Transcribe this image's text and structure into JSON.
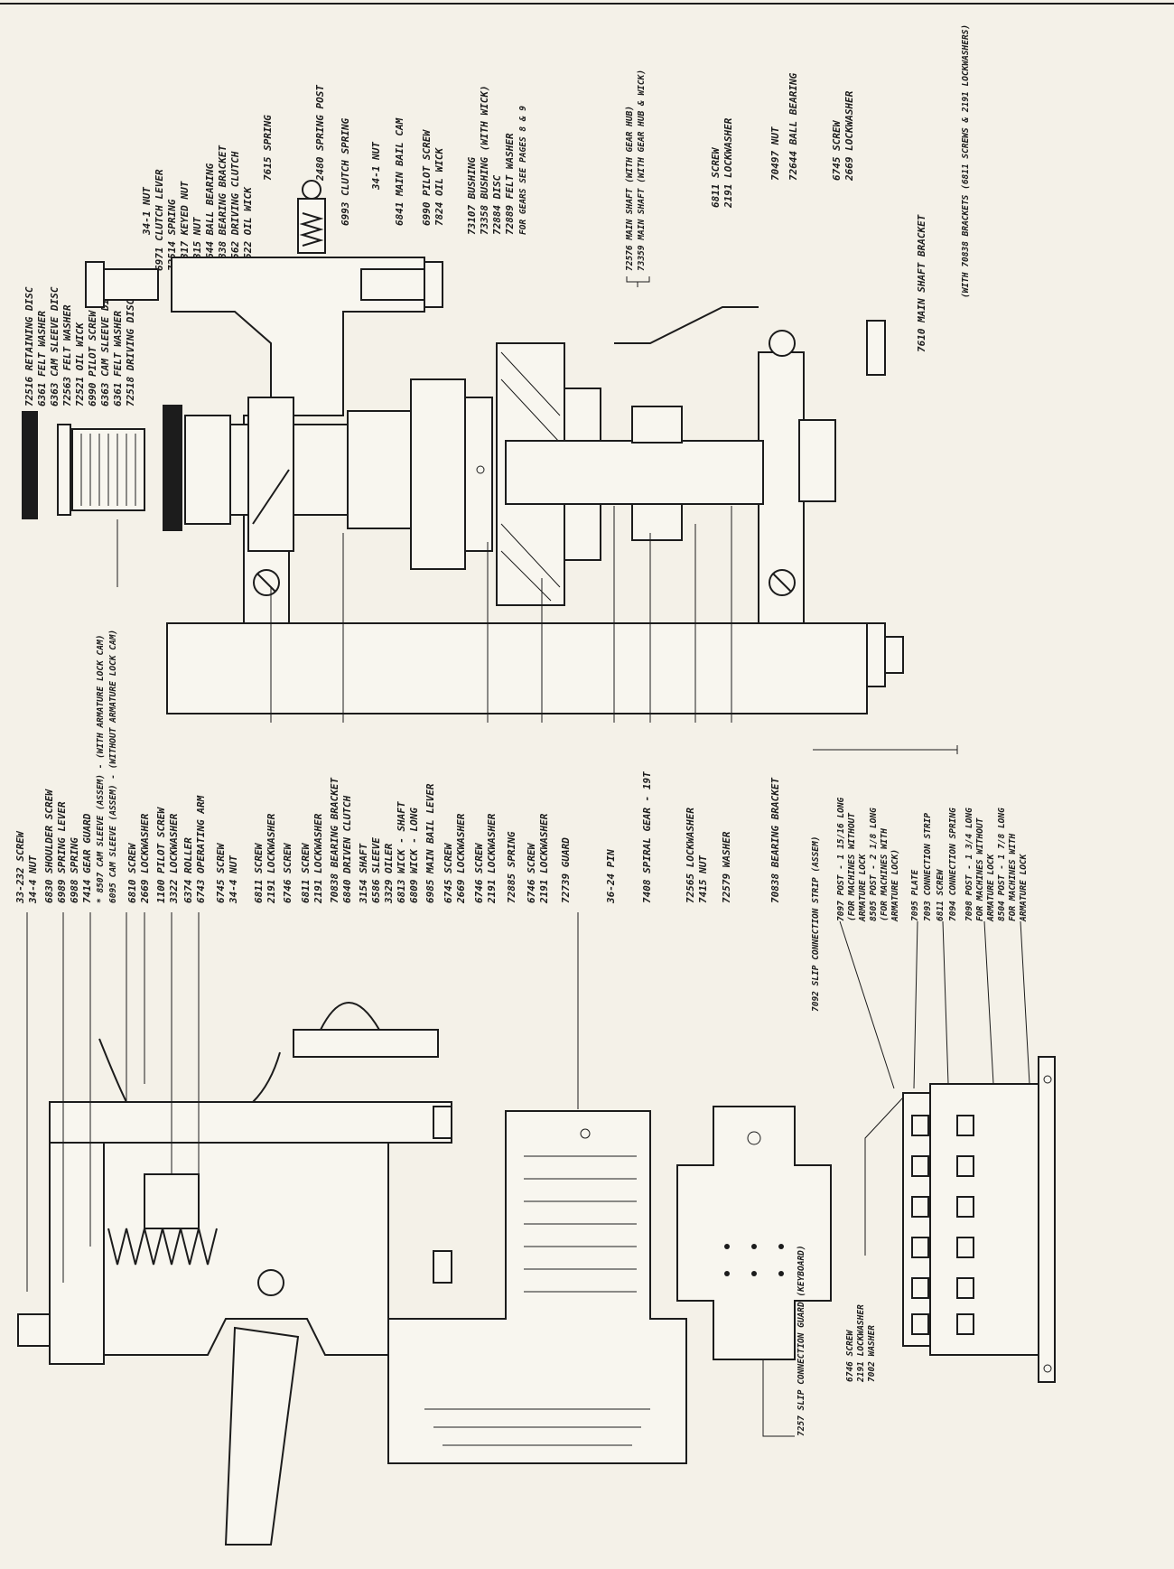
{
  "top_labels": [
    "72516 RETAINING DISC",
    "6361 FELT WASHER",
    "6363 CAM SLEEVE DISC",
    "72563 FELT WASHER",
    "72521 OIL WICK",
    "6990 PILOT SCREW",
    "6363 CAM SLEEVE DISC",
    "6361 FELT WASHER",
    "72518 DRIVING DISC",
    "34-1 NUT",
    "6971 CLUTCH LEVER",
    "72514 SPRING",
    "72317 KEYED NUT",
    "72315 NUT",
    "72644 BALL BEARING",
    "70838 BEARING BRACKET",
    "72562 DRIVING CLUTCH",
    "72522 OIL WICK",
    "7615 SPRING",
    "2480 SPRING POST",
    "6993 CLUTCH SPRING",
    "34-1 NUT",
    "6841 MAIN BAIL CAM",
    "6990 PILOT SCREW",
    "7824 OIL WICK",
    "73107 BUSHING",
    "73358 BUSHING (WITH WICK)",
    "72884 DISC",
    "72889 FELT WASHER",
    "FOR GEARS SEE PAGES 8 & 9"
  ],
  "main_shaft_labels": [
    "72576 MAIN SHAFT (WITH GEAR HUB)",
    "73359 MAIN SHAFT (WITH GEAR HUB & WICK)"
  ],
  "right_top_labels": [
    "6811 SCREW",
    "2191 LOCKWASHER",
    "70497 NUT",
    "72644 BALL BEARING",
    "6745 SCREW",
    "2669 LOCKWASHER"
  ],
  "main_bracket_label": "7610 MAIN SHAFT BRACKET",
  "main_bracket_note": "(WITH 70838 BRACKETS (6811 SCREWS & 2191 LOCKWASHERS)",
  "left_labels": [
    "33-232 SCREW",
    "34-4 NUT",
    "6830 SHOULDER SCREW",
    "6989 SPRING LEVER",
    "6988 SPRING",
    "7414 GEAR GUARD",
    "* 8507 CAM SLEEVE (ASSEM) - (WITH ARMATURE LOCK CAM)",
    "6095 CAM SLEEVE (ASSEM) - (WITHOUT ARMATURE LOCK CAM)",
    "6810 SCREW",
    "2669 LOCKWASHER",
    "1100 PILOT SCREW",
    "3322 LOCKWASHER",
    "6374 ROLLER",
    "6743 OPERATING ARM",
    "6745 SCREW",
    "34-4 NUT"
  ],
  "middle_labels": [
    "6811 SCREW",
    "2191 LOCKWASHER",
    "6746 SCREW",
    "6811 SCREW",
    "2191 LOCKWASHER",
    "70838 BEARING BRACKET",
    "6840 DRIVEN CLUTCH",
    "3154 SHAFT",
    "6586 SLEEVE",
    "3329 OILER",
    "6813 WICK - SHAFT",
    "6809 WICK - LONG",
    "6985 MAIN BAIL LEVER",
    "6745 SCREW",
    "2669 LOCKWASHER",
    "6746 SCREW",
    "2191 LOCKWASHER",
    "72885 SPRING",
    "6746 SCREW",
    "2191 LOCKWASHER",
    "72739 GUARD",
    "36-24 PIN",
    "7408 SPIRAL GEAR - 19T",
    "72565 LOCKWASHER",
    "7415 NUT",
    "72579 WASHER",
    "70838 BEARING BRACKET"
  ],
  "slip_labels": [
    "7092 SLIP CONNECTION STRIP (ASSEM)",
    "7097 POST - 1 15/16 LONG",
    "(FOR MACHINES WITHOUT",
    "ARMATURE LOCK",
    "8505 POST - 2 1/8 LONG",
    "(FOR MACHINES WITH",
    "ARMATURE LOCK)",
    "7095 PLATE",
    "7093 CONNECTION STRIP",
    "6811 SCREW",
    "7094 CONNECTION SPRING",
    "7098 POST - 1 3/4 LONG",
    "FOR MACHINES WITHOUT",
    "ARMATURE LOCK",
    "8504 POST - 1 7/8 LONG",
    "FOR MACHINES WITH",
    "ARMATURE LOCK"
  ],
  "guard_label": "7257 SLIP CONNECTION GUARD (KEYBOARD)",
  "bottom_screw_labels": [
    "6746 SCREW",
    "2191 LOCKWASHER",
    "7002 WASHER"
  ],
  "colors": {
    "paper": "#f4f1e8",
    "ink": "#1c1c1c"
  }
}
